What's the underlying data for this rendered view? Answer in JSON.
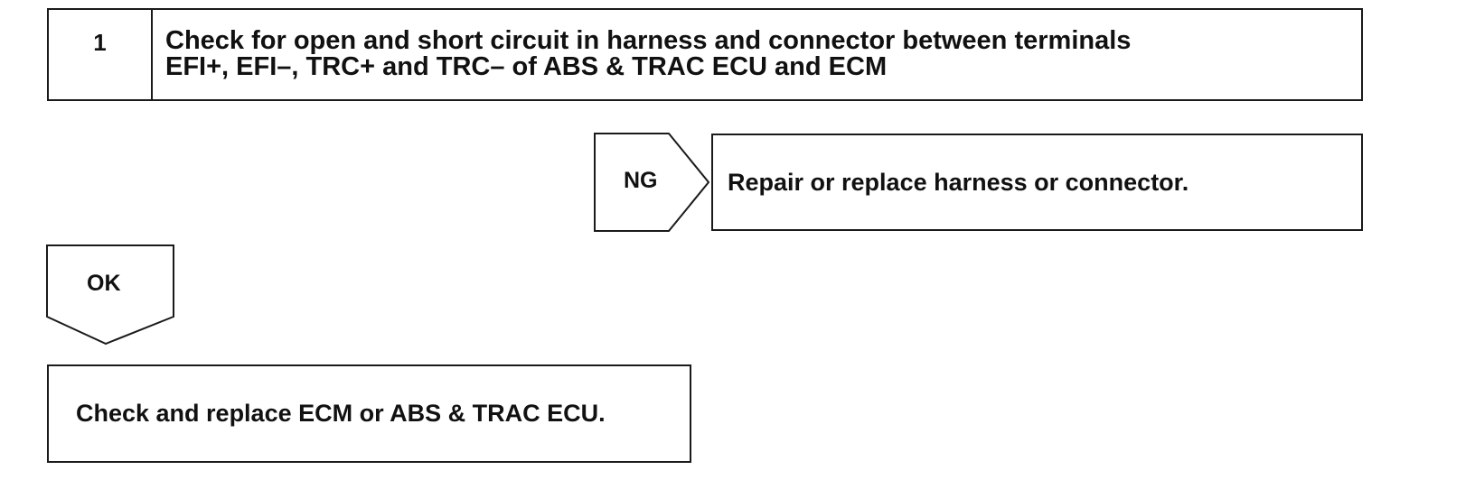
{
  "step": {
    "number": "1",
    "title_line1": "Check for open and short circuit in harness and connector between terminals",
    "title_line2": "EFI+, EFI–, TRC+ and TRC– of ABS & TRAC ECU and ECM"
  },
  "ng_branch": {
    "label": "NG",
    "action": "Repair or replace harness or connector."
  },
  "ok_branch": {
    "label": "OK",
    "action": "Check and replace ECM or ABS & TRAC ECU."
  }
}
